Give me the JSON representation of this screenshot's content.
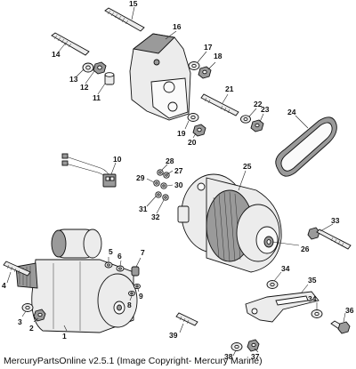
{
  "callouts": [
    {
      "n": "1"
    },
    {
      "n": "2"
    },
    {
      "n": "3"
    },
    {
      "n": "4"
    },
    {
      "n": "5"
    },
    {
      "n": "6"
    },
    {
      "n": "7"
    },
    {
      "n": "8"
    },
    {
      "n": "9"
    },
    {
      "n": "10"
    },
    {
      "n": "11"
    },
    {
      "n": "12"
    },
    {
      "n": "13"
    },
    {
      "n": "14"
    },
    {
      "n": "15"
    },
    {
      "n": "16"
    },
    {
      "n": "17"
    },
    {
      "n": "18"
    },
    {
      "n": "19"
    },
    {
      "n": "20"
    },
    {
      "n": "21"
    },
    {
      "n": "22"
    },
    {
      "n": "23"
    },
    {
      "n": "24"
    },
    {
      "n": "25"
    },
    {
      "n": "26"
    },
    {
      "n": "27"
    },
    {
      "n": "28"
    },
    {
      "n": "29"
    },
    {
      "n": "30"
    },
    {
      "n": "31"
    },
    {
      "n": "32"
    },
    {
      "n": "33"
    },
    {
      "n": "34"
    },
    {
      "n": "34"
    },
    {
      "n": "35"
    },
    {
      "n": "36"
    },
    {
      "n": "37"
    },
    {
      "n": "38"
    },
    {
      "n": "39"
    }
  ],
  "footer": {
    "text": "MercuryPartsOnline v2.5.1 (Image Copyright- Mercury Marine)"
  }
}
